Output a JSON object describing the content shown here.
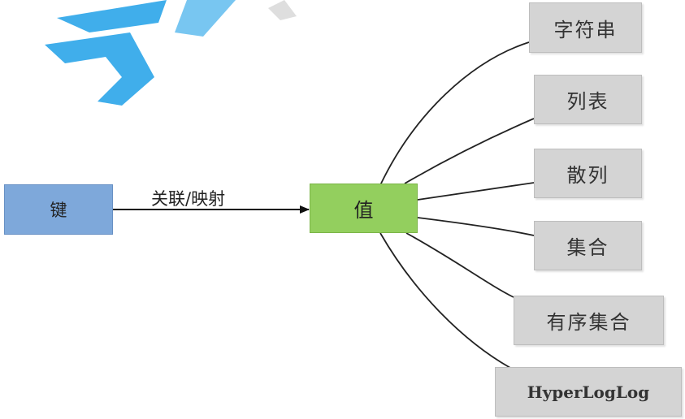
{
  "diagram": {
    "key_label": "键",
    "value_label": "值",
    "edge_label": "关联/映射",
    "types": [
      "字符串",
      "列表",
      "散列",
      "集合",
      "有序集合",
      "HyperLogLog"
    ]
  },
  "colors": {
    "key_fill": "#7ea8da",
    "value_fill": "#93cf5e",
    "type_fill": "#d4d4d4",
    "watermark": "#1ea0e8"
  }
}
